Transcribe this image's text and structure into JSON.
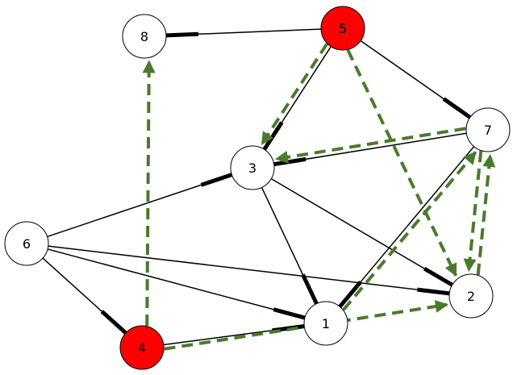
{
  "graph": {
    "colors": {
      "background": "#ffffff",
      "node_fill": "#ffffff",
      "node_highlight": "#ff0000",
      "node_stroke": "#000000",
      "edge": "#000000",
      "directed_edge": "#4a7a2c"
    },
    "nodes": [
      {
        "id": "1",
        "label": "1",
        "highlighted": false
      },
      {
        "id": "2",
        "label": "2",
        "highlighted": false
      },
      {
        "id": "3",
        "label": "3",
        "highlighted": false
      },
      {
        "id": "4",
        "label": "4",
        "highlighted": true
      },
      {
        "id": "5",
        "label": "5",
        "highlighted": true
      },
      {
        "id": "6",
        "label": "6",
        "highlighted": false
      },
      {
        "id": "7",
        "label": "7",
        "highlighted": false
      },
      {
        "id": "8",
        "label": "8",
        "highlighted": false
      }
    ],
    "undirected_edges": [
      {
        "from": "5",
        "to": "8"
      },
      {
        "from": "5",
        "to": "3"
      },
      {
        "from": "5",
        "to": "7"
      },
      {
        "from": "7",
        "to": "3"
      },
      {
        "from": "7",
        "to": "1"
      },
      {
        "from": "6",
        "to": "3"
      },
      {
        "from": "6",
        "to": "2"
      },
      {
        "from": "6",
        "to": "1"
      },
      {
        "from": "6",
        "to": "4"
      },
      {
        "from": "3",
        "to": "1"
      },
      {
        "from": "3",
        "to": "2"
      },
      {
        "from": "4",
        "to": "1"
      }
    ],
    "directed_edges": [
      {
        "from": "4",
        "to": "8"
      },
      {
        "from": "5",
        "to": "3"
      },
      {
        "from": "5",
        "to": "2"
      },
      {
        "from": "7",
        "to": "3"
      },
      {
        "from": "7",
        "to": "2"
      },
      {
        "from": "2",
        "to": "7"
      },
      {
        "from": "1",
        "to": "7"
      },
      {
        "from": "4",
        "to": "2"
      }
    ]
  }
}
